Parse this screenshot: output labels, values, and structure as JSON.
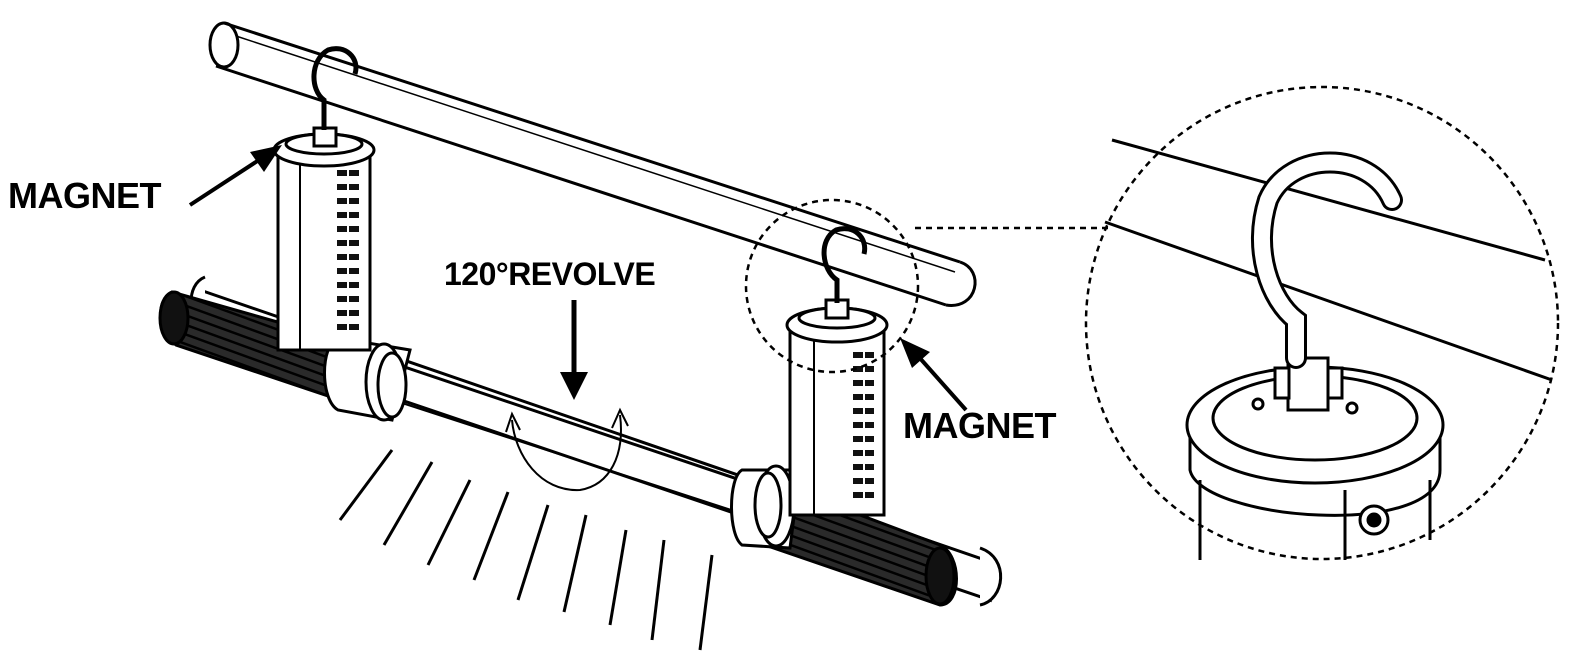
{
  "labels": {
    "magnet_left": "MAGNET",
    "magnet_right": "MAGNET",
    "revolve": "120°REVOLVE"
  },
  "colors": {
    "ink": "#000000",
    "paper": "#ffffff",
    "coil": "#1a1a1a"
  }
}
